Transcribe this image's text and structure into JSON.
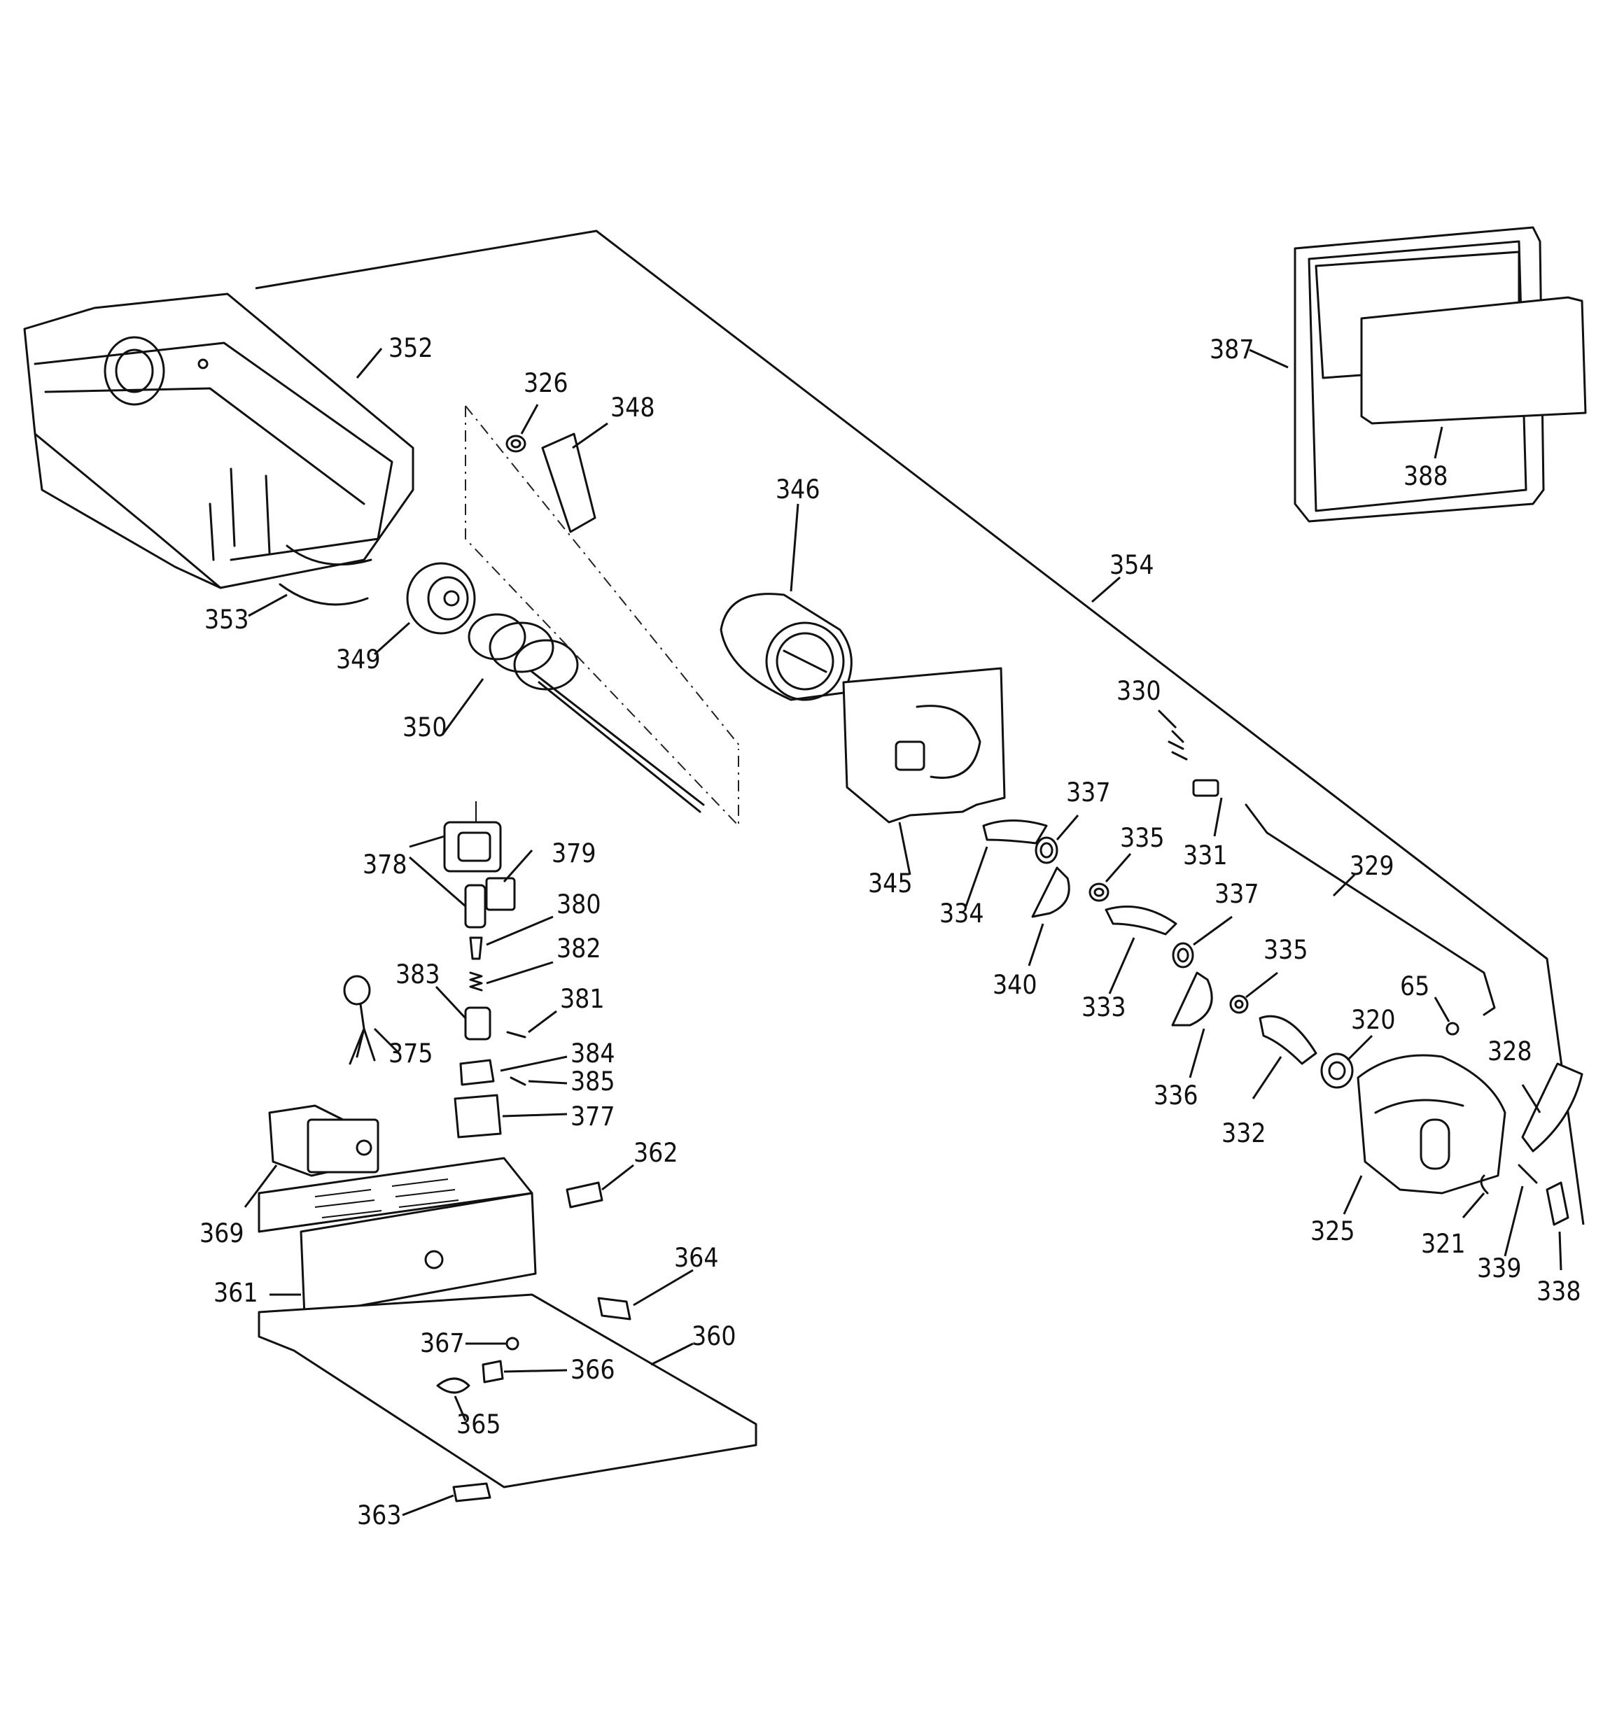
{
  "diagram": {
    "labels": {
      "p352": "352",
      "p326": "326",
      "p348": "348",
      "p346": "346",
      "p353": "353",
      "p349": "349",
      "p350": "350",
      "p354": "354",
      "p387": "387",
      "p388": "388",
      "p330": "330",
      "p331": "331",
      "p337a": "337",
      "p335a": "335",
      "p337b": "337",
      "p335b": "335",
      "p329": "329",
      "p345": "345",
      "p334": "334",
      "p340": "340",
      "p333": "333",
      "p336": "336",
      "p332": "332",
      "p320": "320",
      "p65": "65",
      "p328": "328",
      "p325": "325",
      "p321": "321",
      "p339": "339",
      "p338": "338",
      "p378": "378",
      "p379": "379",
      "p380": "380",
      "p382": "382",
      "p383": "383",
      "p381": "381",
      "p384": "384",
      "p385": "385",
      "p377": "377",
      "p375": "375",
      "p362": "362",
      "p369": "369",
      "p361": "361",
      "p364": "364",
      "p360": "360",
      "p367": "367",
      "p366": "366",
      "p365": "365",
      "p363": "363"
    }
  }
}
